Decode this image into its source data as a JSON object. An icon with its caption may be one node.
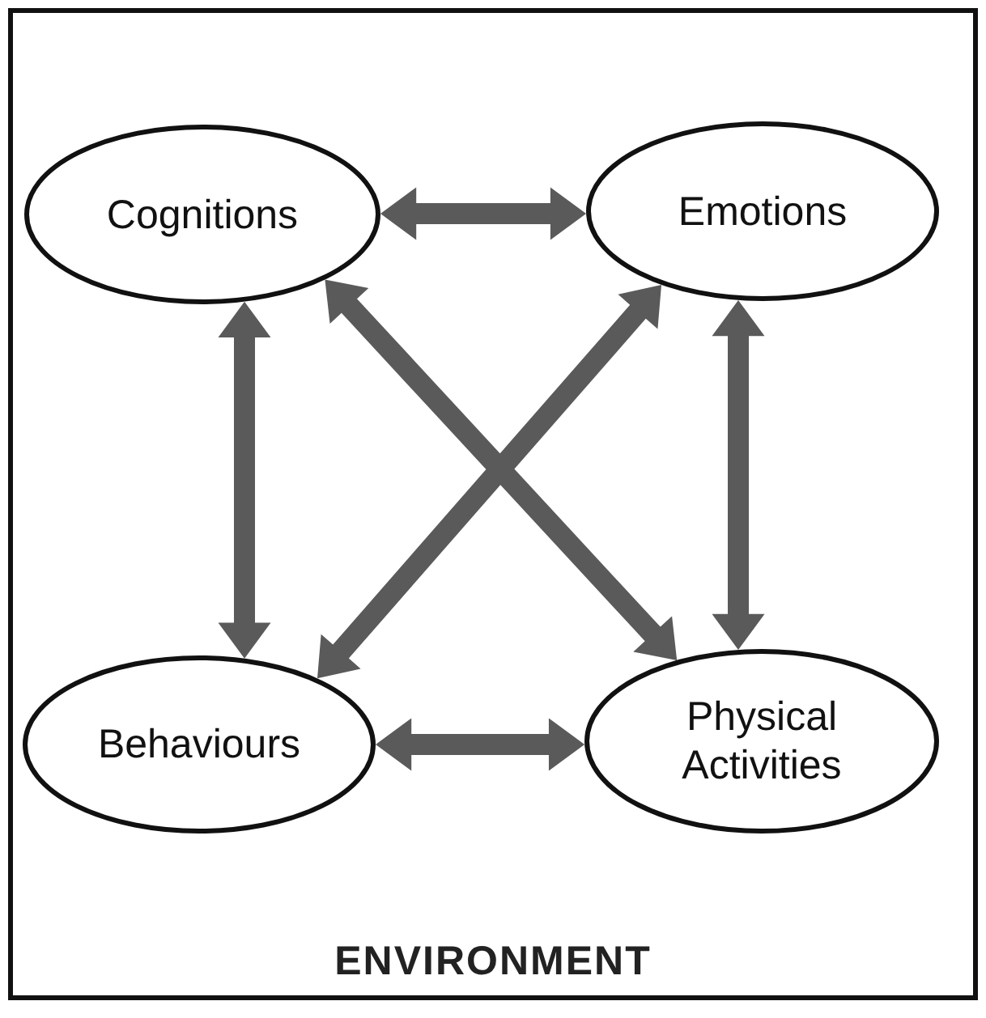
{
  "diagram": {
    "nodes": [
      {
        "text": [
          "ENVIRONMENT"
        ]
      },
      {
        "text": [
          "Cognitions"
        ],
        "in": 0
      },
      {
        "text": [
          "Emotions"
        ],
        "in": 0
      },
      {
        "text": [
          "Behaviours"
        ],
        "in": 0
      },
      {
        "text": [
          "Physical Activities"
        ],
        "in": 0
      }
    ],
    "edges": [
      {
        "from": 1,
        "to": 2,
        "arrow": "both",
        "style": "thick"
      },
      {
        "from": 1,
        "to": 3,
        "arrow": "both",
        "style": "thick"
      },
      {
        "from": 1,
        "to": 4,
        "arrow": "both",
        "style": "thick"
      },
      {
        "from": 2,
        "to": 3,
        "arrow": "both",
        "style": "thick"
      },
      {
        "from": 2,
        "to": 4,
        "arrow": "both",
        "style": "thick"
      },
      {
        "from": 3,
        "to": 4,
        "arrow": "both",
        "style": "thick"
      }
    ]
  }
}
